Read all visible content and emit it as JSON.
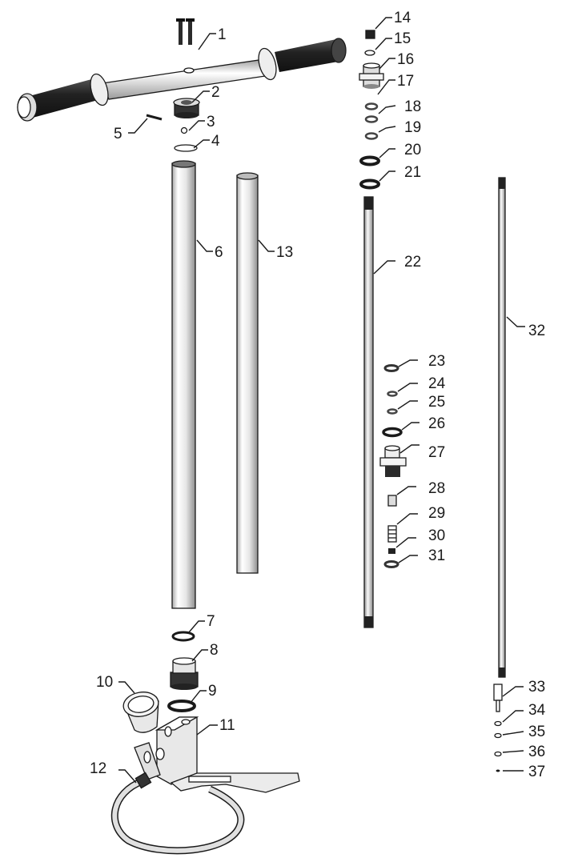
{
  "diagram": {
    "callouts": [
      "1",
      "2",
      "3",
      "4",
      "5",
      "6",
      "7",
      "8",
      "9",
      "10",
      "11",
      "12",
      "13",
      "14",
      "15",
      "16",
      "17",
      "18",
      "19",
      "20",
      "21",
      "22",
      "23",
      "24",
      "25",
      "26",
      "27",
      "28",
      "29",
      "30",
      "31",
      "32",
      "33",
      "34",
      "35",
      "36",
      "37"
    ]
  },
  "colors": {
    "line": "#1a1a1a",
    "grip": "#2a2a2a",
    "metal_light": "#f4f4f4",
    "metal_mid": "#cfcfcf",
    "metal_dark": "#8a8a8a"
  }
}
